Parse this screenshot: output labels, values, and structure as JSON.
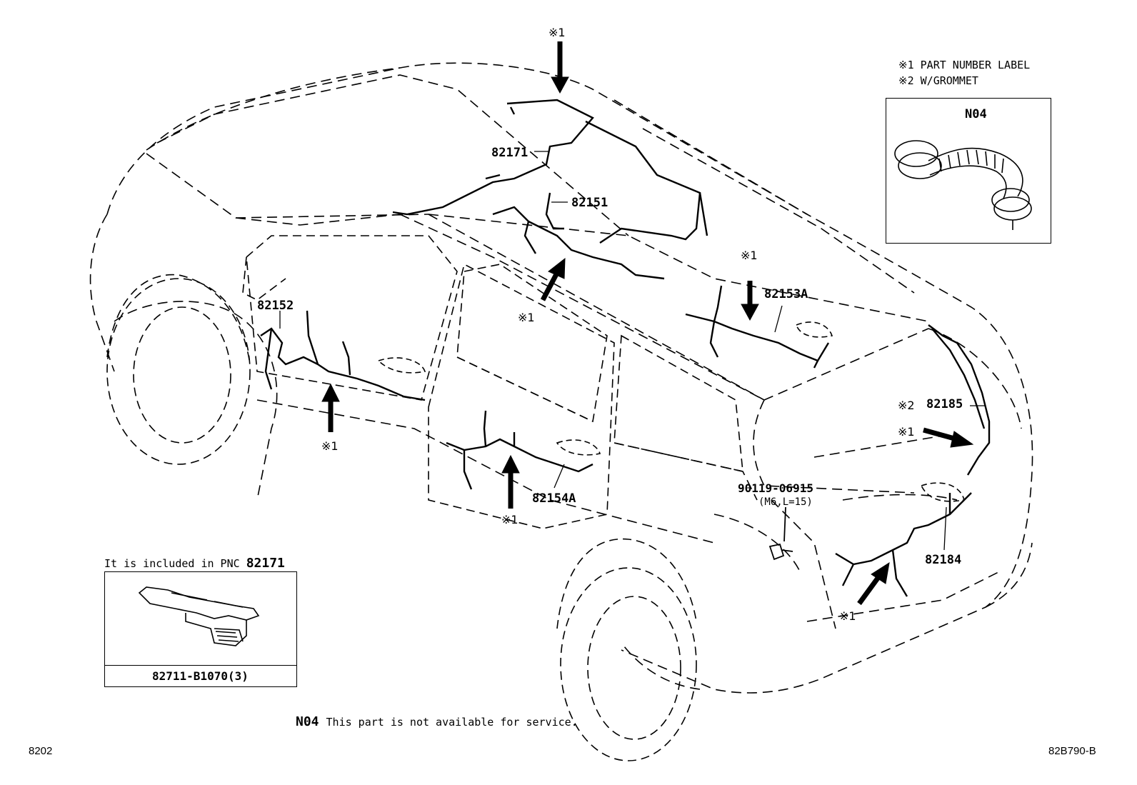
{
  "legend": {
    "items": [
      {
        "mark": "※1",
        "text": "PART NUMBER LABEL"
      },
      {
        "mark": "※2",
        "text": "W/GROMMET"
      }
    ]
  },
  "grommet_inset": {
    "code": "N04"
  },
  "clip_inset": {
    "caption_prefix": "It is included in PNC",
    "caption_pnc": "82171",
    "part": "82711-B1070(3)"
  },
  "note": {
    "code": "N04",
    "text": "This part is not available for service."
  },
  "parts": {
    "p82171": "82171",
    "p82151": "82151",
    "p82152": "82152",
    "p82153A": "82153A",
    "p82154A": "82154A",
    "p82185": "82185",
    "p82184": "82184",
    "bolt_part": "90119-06915",
    "bolt_spec": "(M6,L=15)"
  },
  "marks": {
    "label_mark": "※1",
    "grommet_mark": "※2"
  },
  "footer": {
    "left": "8202",
    "right": "82B790-B"
  }
}
